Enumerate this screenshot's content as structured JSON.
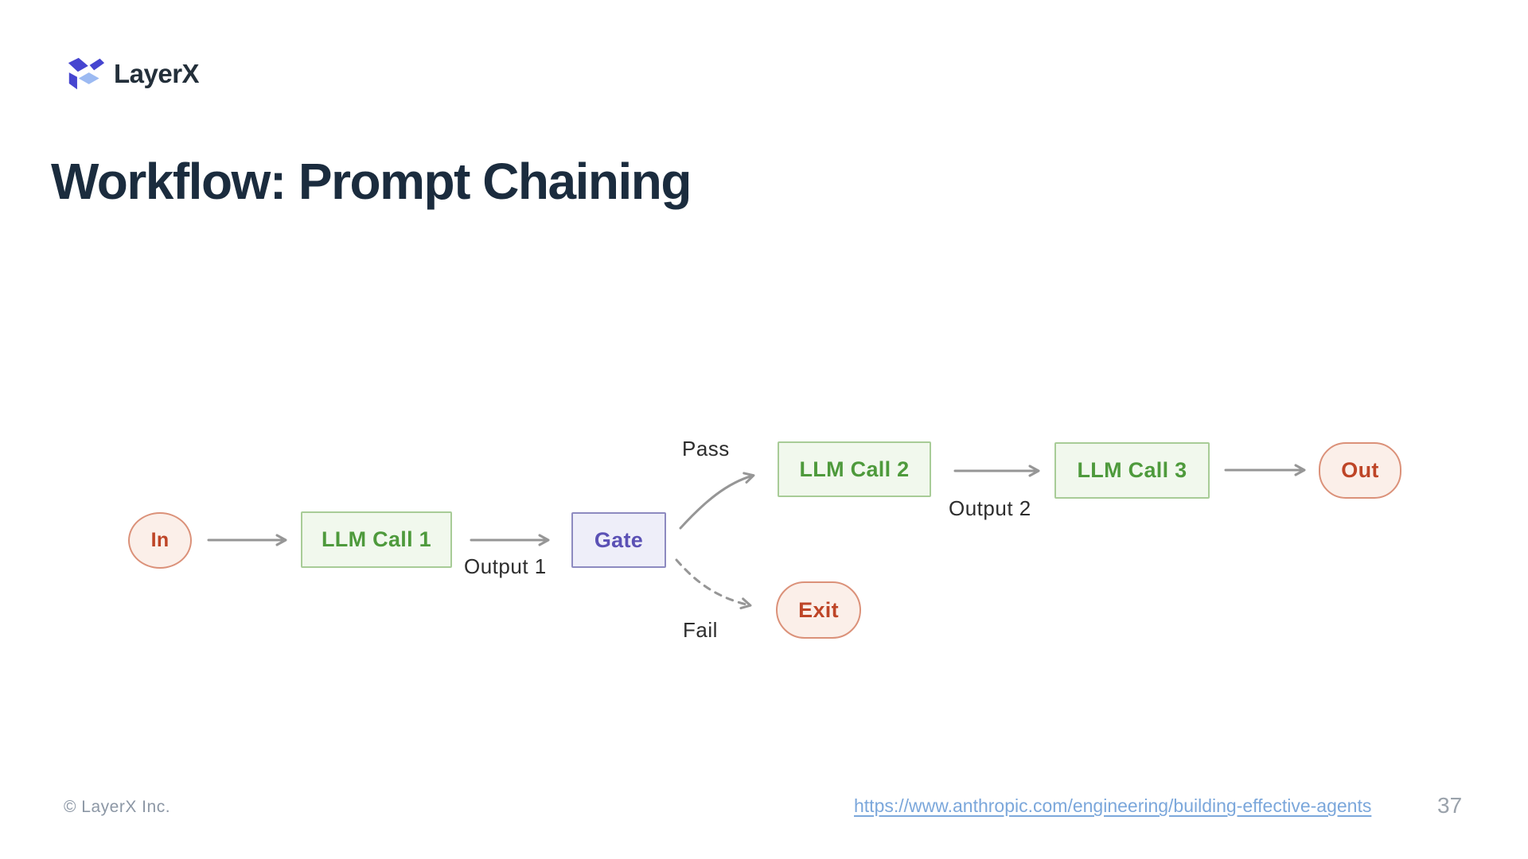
{
  "logo": {
    "text": "LayerX"
  },
  "title": "Workflow: Prompt Chaining",
  "diagram": {
    "nodes": {
      "in": "In",
      "llm1": "LLM Call 1",
      "gate": "Gate",
      "llm2": "LLM Call 2",
      "llm3": "LLM Call 3",
      "out": "Out",
      "exit": "Exit"
    },
    "labels": {
      "output1": "Output 1",
      "pass": "Pass",
      "output2": "Output 2",
      "fail": "Fail"
    }
  },
  "colors": {
    "logo_indigo": "#4645D0",
    "logo_lightblue": "#9CBAF2",
    "process_green_text": "#4E9A3C",
    "process_green_fill": "#F1F8ED",
    "process_green_border": "#A8CC97",
    "gate_purple_text": "#5B51B5",
    "gate_fill": "#EEEEF9",
    "terminal_red_text": "#BE4527",
    "terminal_fill": "#FBEFE9",
    "arrow_gray": "#969696",
    "title_ink": "#1B2C3E",
    "link_blue": "#7BA7DB"
  },
  "footer": {
    "copyright": "© LayerX Inc.",
    "link": "https://www.anthropic.com/engineering/building-effective-agents",
    "page_number": "37"
  }
}
